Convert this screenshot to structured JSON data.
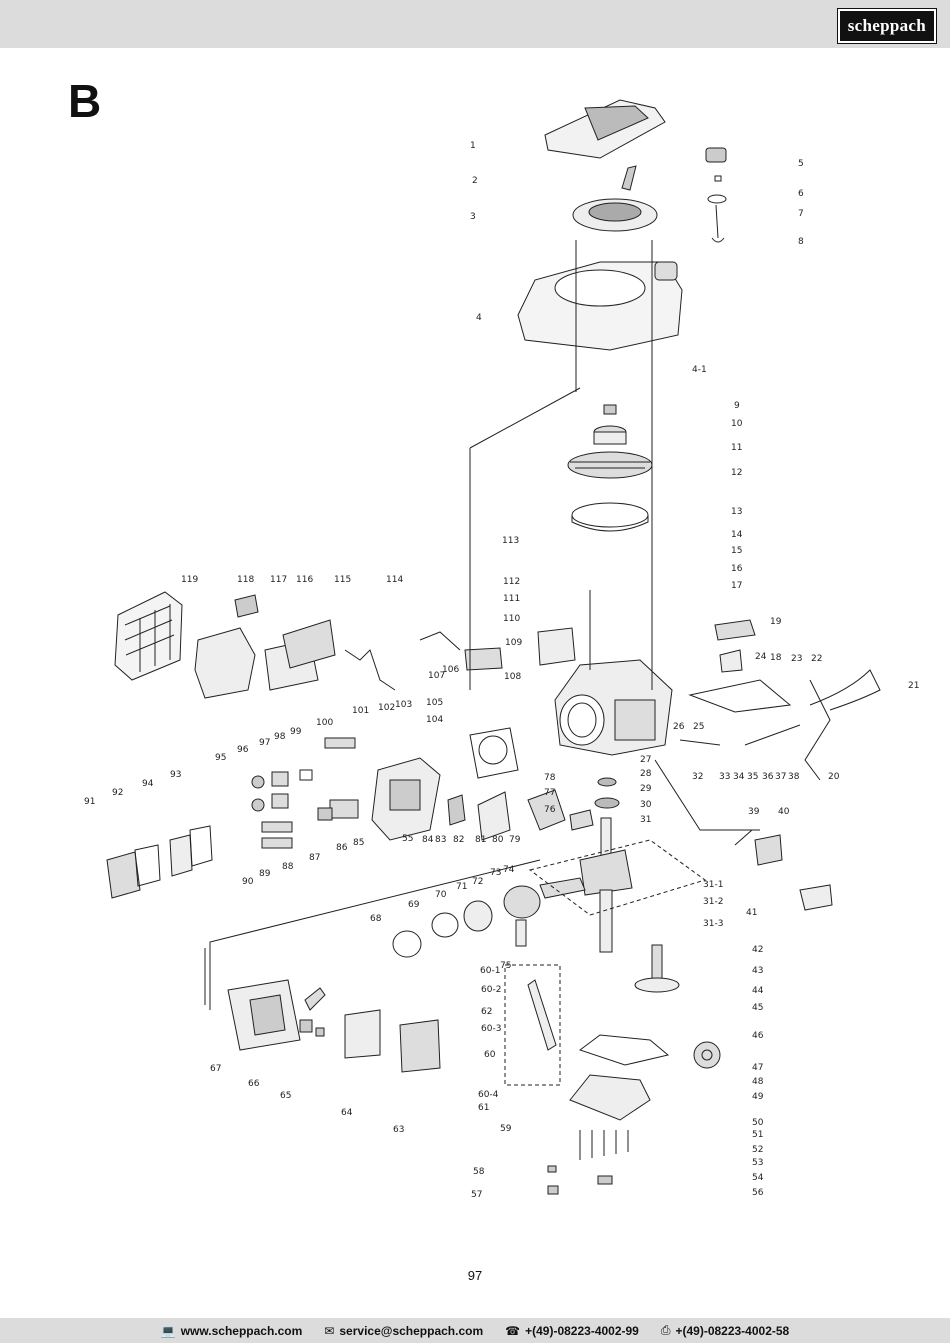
{
  "header": {
    "brand": "scheppach"
  },
  "section_letter": "B",
  "diagram": {
    "labels": [
      "1",
      "2",
      "3",
      "4",
      "4-1",
      "5",
      "6",
      "7",
      "8",
      "9",
      "10",
      "11",
      "12",
      "13",
      "14",
      "15",
      "16",
      "17",
      "18",
      "19",
      "20",
      "21",
      "22",
      "23",
      "24",
      "25",
      "26",
      "27",
      "28",
      "29",
      "30",
      "31",
      "31-1",
      "31-2",
      "31-3",
      "32",
      "33",
      "34",
      "35",
      "36",
      "37",
      "38",
      "39",
      "40",
      "41",
      "42",
      "43",
      "44",
      "45",
      "46",
      "47",
      "48",
      "49",
      "50",
      "51",
      "52",
      "53",
      "54",
      "55",
      "56",
      "57",
      "58",
      "59",
      "60",
      "60-1",
      "60-2",
      "60-3",
      "60-4",
      "61",
      "62",
      "63",
      "64",
      "65",
      "66",
      "67",
      "68",
      "69",
      "70",
      "71",
      "72",
      "73",
      "74",
      "75",
      "76",
      "77",
      "78",
      "79",
      "80",
      "81",
      "82",
      "83",
      "84",
      "85",
      "86",
      "87",
      "88",
      "89",
      "90",
      "91",
      "92",
      "93",
      "94",
      "95",
      "96",
      "97",
      "98",
      "99",
      "100",
      "101",
      "102",
      "103",
      "104",
      "105",
      "106",
      "107",
      "108",
      "109",
      "110",
      "111",
      "112",
      "113",
      "114",
      "115",
      "116",
      "117",
      "118",
      "119"
    ]
  },
  "page_number": "97",
  "footer": {
    "website": "www.scheppach.com",
    "email": "service@scheppach.com",
    "phone": "+(49)-08223-4002-99",
    "fax": "+(49)-08223-4002-58",
    "icons": [
      "computer-icon",
      "mail-icon",
      "phone-icon",
      "fax-icon"
    ]
  }
}
